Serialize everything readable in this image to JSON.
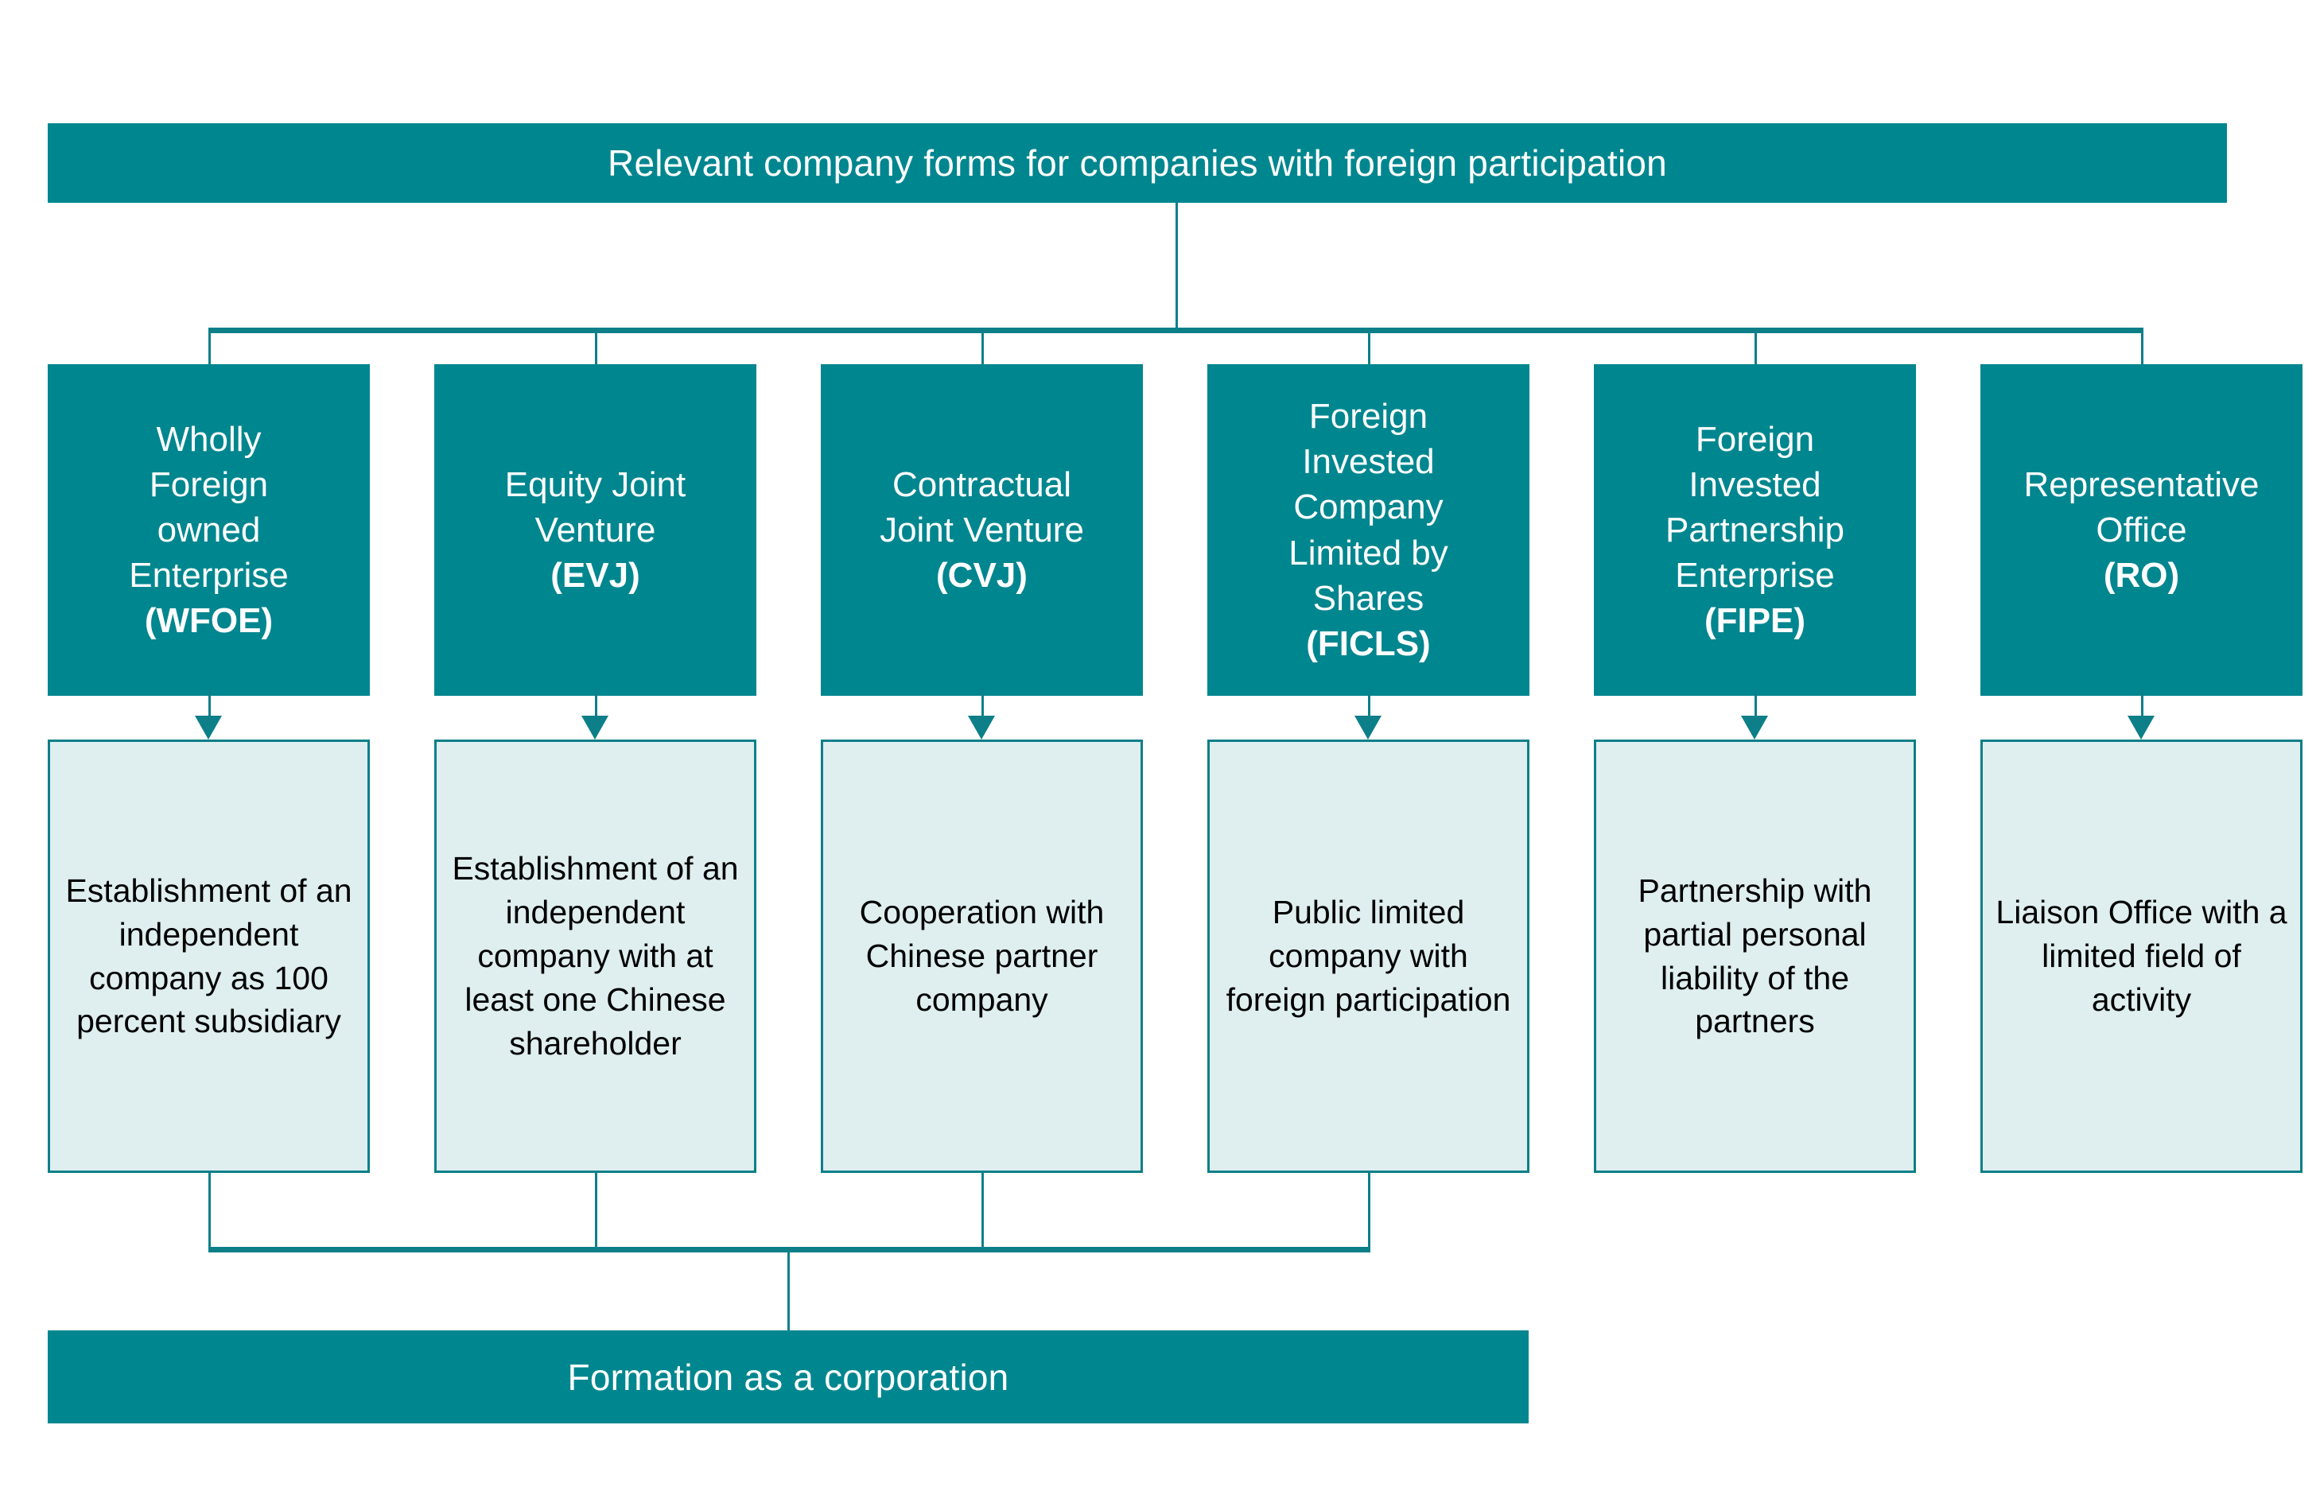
{
  "diagram": {
    "title": "Relevant company forms for companies with foreign participation",
    "footer": "Formation as a corporation",
    "colors": {
      "primary_teal": "#00868F",
      "light_fill": "#DFEEEF",
      "line": "#0D7F88",
      "text_on_teal": "#FFFFFF",
      "text_dark": "#000000"
    },
    "columns": [
      {
        "id": "wfoe",
        "name_lines": [
          "Wholly",
          "Foreign",
          "owned",
          "Enterprise"
        ],
        "abbr": "(WFOE)",
        "description": "Establishment of an independent company as 100 percent subsidiary",
        "connects_to_footer": true
      },
      {
        "id": "evj",
        "name_lines": [
          "Equity Joint",
          "Venture"
        ],
        "abbr": "(EVJ)",
        "description": "Establishment of an independent company with at least one Chinese shareholder",
        "connects_to_footer": true
      },
      {
        "id": "cvj",
        "name_lines": [
          "Contractual",
          "Joint Venture"
        ],
        "abbr": "(CVJ)",
        "description": "Cooperation with Chinese partner company",
        "connects_to_footer": true
      },
      {
        "id": "ficls",
        "name_lines": [
          "Foreign",
          "Invested",
          "Company",
          "Limited by",
          "Shares"
        ],
        "abbr": "(FICLS)",
        "description": "Public limited company with foreign participation",
        "connects_to_footer": true
      },
      {
        "id": "fipe",
        "name_lines": [
          "Foreign",
          "Invested",
          "Partnership",
          "Enterprise"
        ],
        "abbr": "(FIPE)",
        "description": "Partnership with partial personal liability of the partners",
        "connects_to_footer": false
      },
      {
        "id": "ro",
        "name_lines": [
          "Representative",
          "Office"
        ],
        "abbr": "(RO)",
        "description": "Liaison Office with a limited field of activity",
        "connects_to_footer": false
      }
    ]
  }
}
